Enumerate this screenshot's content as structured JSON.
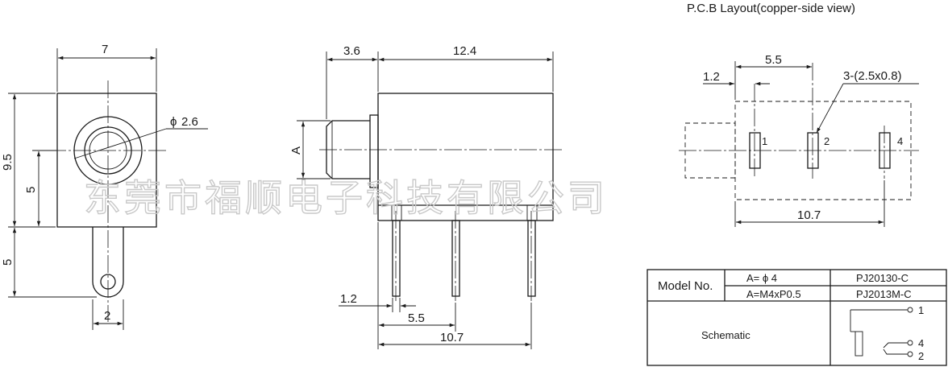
{
  "header": {
    "title": "P.C.B Layout(copper-side view)"
  },
  "front_view": {
    "width_dim": "7",
    "height_dim": "9.5",
    "center_height_dim": "5",
    "pin_length_dim": "5",
    "pin_width_dim": "2",
    "hole_dim_symbol": "ϕ",
    "hole_dim_value": "2.6"
  },
  "side_view": {
    "nose_length_dim": "3.6",
    "body_length_dim": "12.4",
    "thread_label": "A",
    "pin_offset_dim": "1.2",
    "pin_spacing_dim": "5.5",
    "pin_span_dim": "10.7"
  },
  "pcb_layout": {
    "offset_dim": "1.2",
    "spacing_dim": "5.5",
    "hole_spec": "3-(2.5x0.8)",
    "span_dim": "10.7",
    "pins": [
      "1",
      "2",
      "4"
    ]
  },
  "watermark": "东莞市福顺电子科技有限公司",
  "table": {
    "model_header": "Model No.",
    "rows": [
      {
        "spec": "A= ϕ 4",
        "model": "PJ20130-C"
      },
      {
        "spec": "A=M4xP0.5",
        "model": "PJ2013M-C"
      }
    ],
    "schematic_label": "Schematic",
    "schematic_pins": [
      "1",
      "4",
      "2"
    ]
  },
  "colors": {
    "line": "#1a1a1a",
    "watermark": "#c9c9c9",
    "background": "#ffffff"
  }
}
